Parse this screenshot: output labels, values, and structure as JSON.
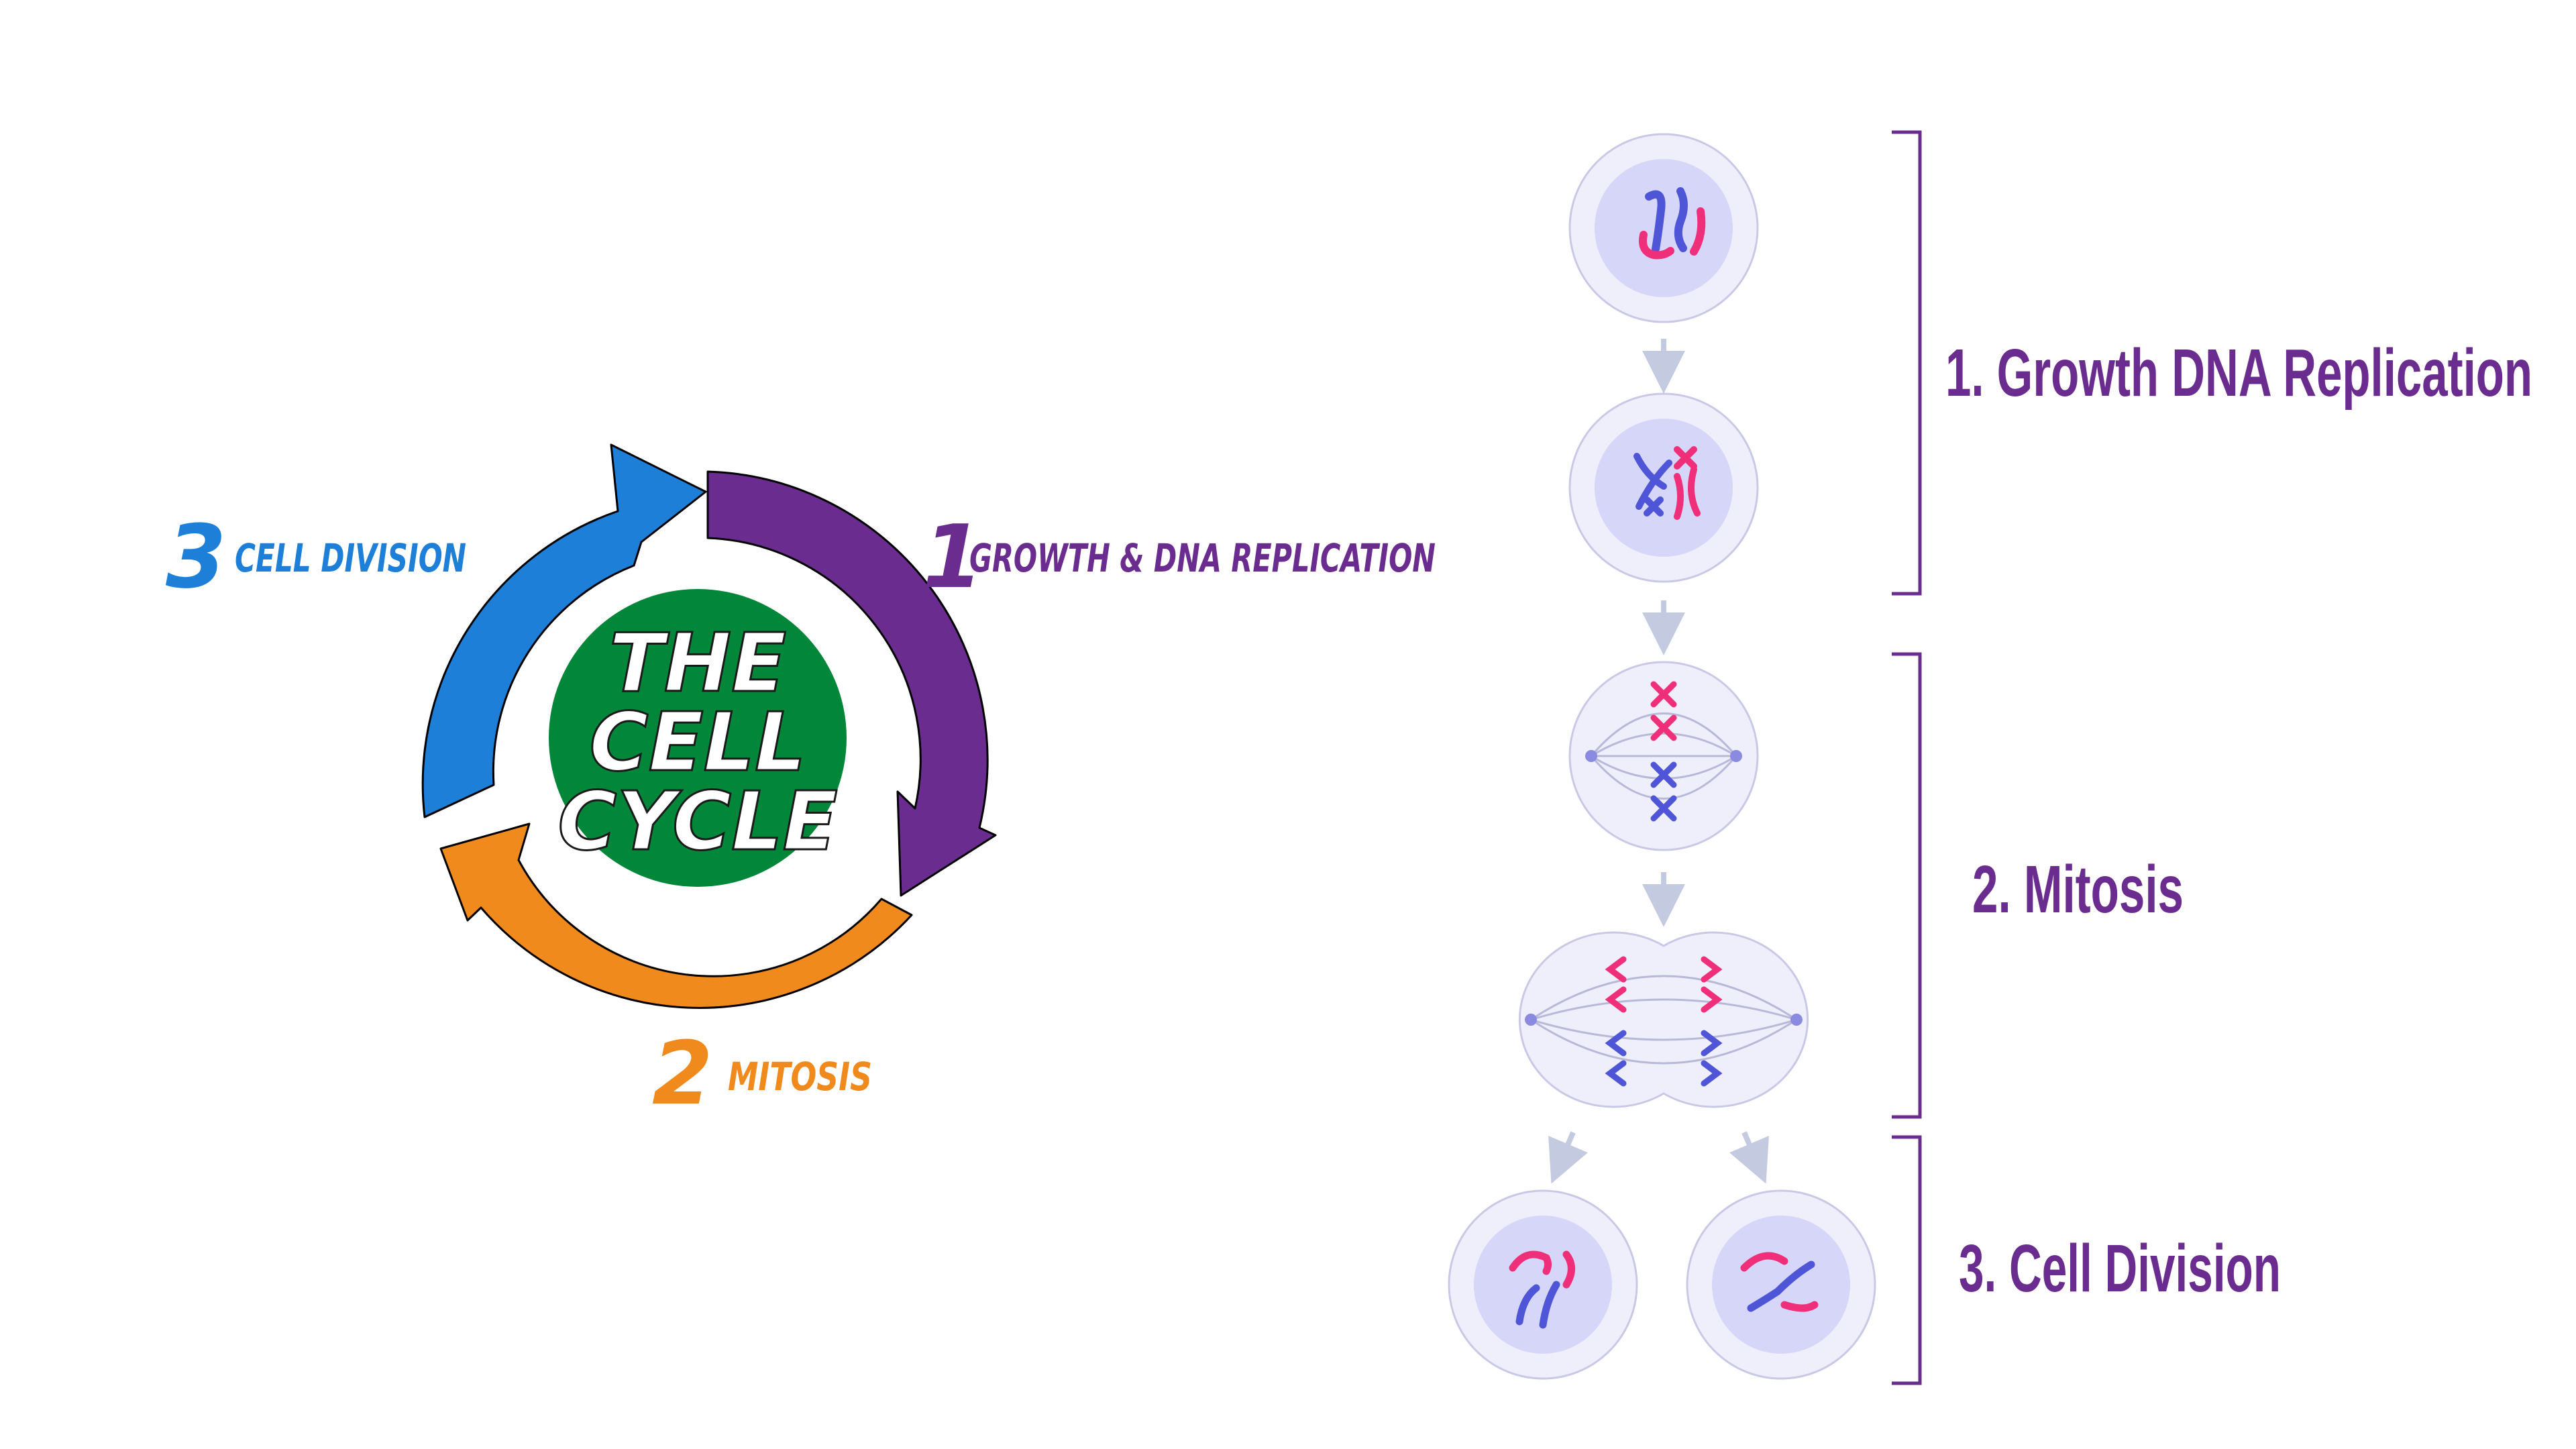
{
  "cycle": {
    "center_lines": [
      "THE",
      "CELL",
      "CYCLE"
    ],
    "center_color": "#028639",
    "steps": [
      {
        "number": "1",
        "label": "GROWTH & DNA REPLICATION",
        "color": "#6b2c8f"
      },
      {
        "number": "2",
        "label": "MITOSIS",
        "color": "#f08a1c"
      },
      {
        "number": "3",
        "label": "CELL DIVISION",
        "color": "#1d7fd8"
      }
    ]
  },
  "stages": [
    {
      "label": "1. Growth DNA Replication",
      "color": "#6b2c8f"
    },
    {
      "label": "2. Mitosis",
      "color": "#6b2c8f"
    },
    {
      "label": "3. Cell Division",
      "color": "#6b2c8f"
    }
  ],
  "colors": {
    "cell_fill": "#efeffb",
    "cell_stroke": "#c9c9e6",
    "nucleus_fill": "#d6d6f8",
    "chromosome_pink": "#ef2f79",
    "chromosome_blue": "#4e55d6",
    "down_arrow": "#c4cbe0",
    "bracket": "#6b2c8f"
  }
}
